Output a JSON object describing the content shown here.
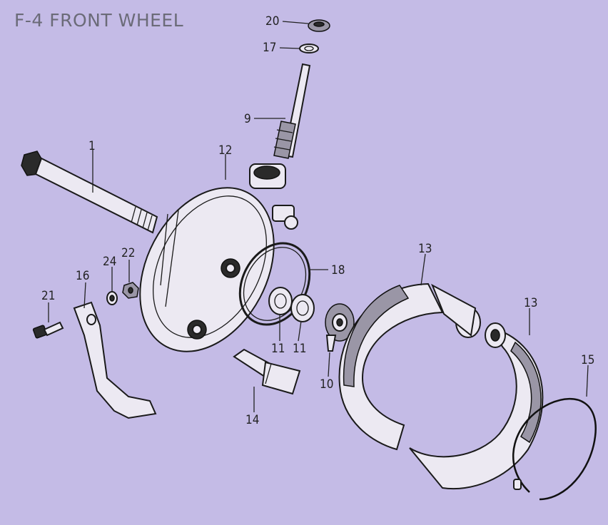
{
  "title": "F-4 FRONT WHEEL",
  "colors": {
    "background": "#c4bbe6",
    "title": "#6b6b78",
    "ink": "#222222"
  },
  "labels": {
    "p1": "1",
    "p9": "9",
    "p10": "10",
    "p11a": "11",
    "p11b": "11",
    "p12": "12",
    "p13a": "13",
    "p13b": "13",
    "p14": "14",
    "p15": "15",
    "p16": "16",
    "p17": "17",
    "p18": "18",
    "p20": "20",
    "p21": "21",
    "p22": "22",
    "p24": "24"
  }
}
